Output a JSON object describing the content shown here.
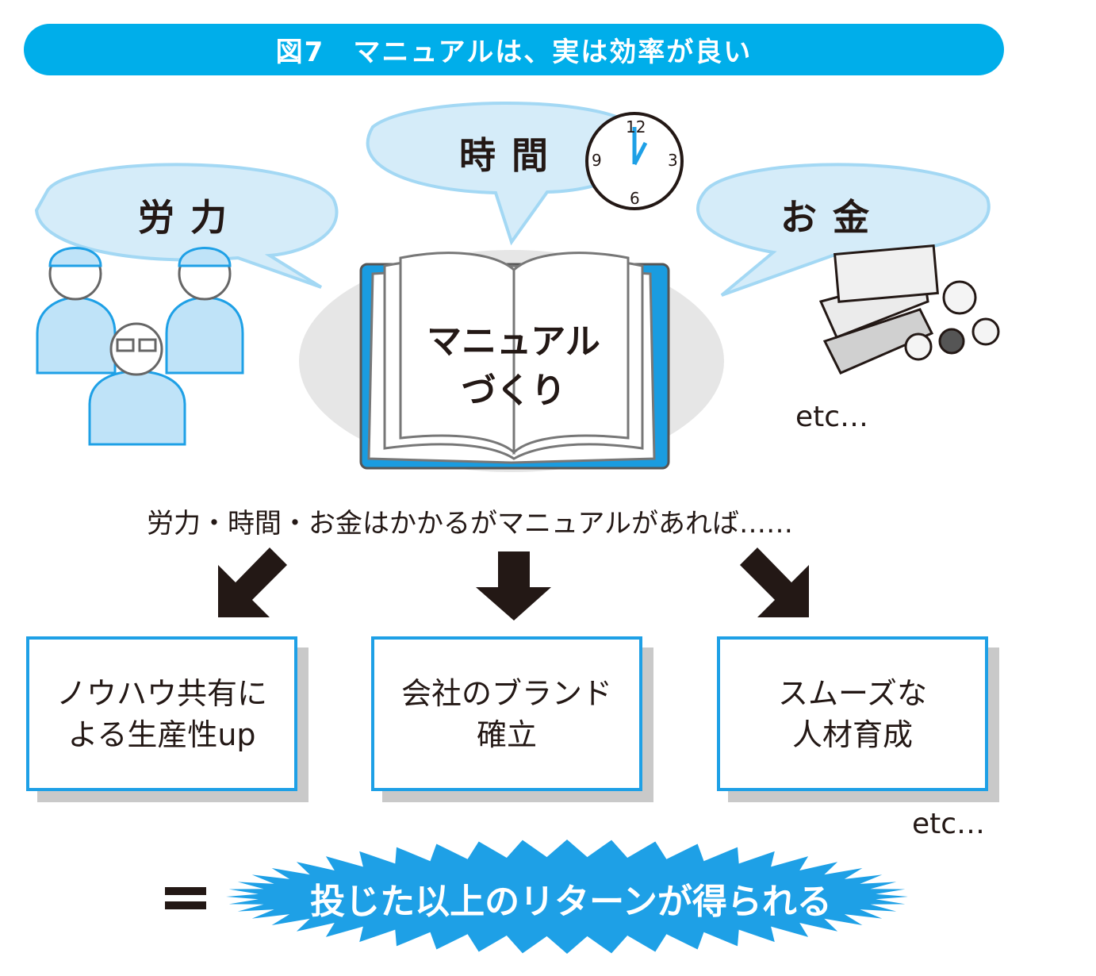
{
  "title": "図7　マニュアルは、実は効率が良い",
  "bubbles": {
    "labor": "労力",
    "time": "時間",
    "money": "お金"
  },
  "clock": {
    "n12": "12",
    "n3": "3",
    "n6": "6",
    "n9": "9"
  },
  "book": {
    "line1": "マニュアル",
    "line2": "づくり"
  },
  "etc_money": "etc…",
  "sentence": "労力・時間・お金はかかるがマニュアルがあれば……",
  "boxes": [
    {
      "line1": "ノウハウ共有に",
      "line2": "よる生産性up"
    },
    {
      "line1": "会社のブランド",
      "line2": "確立"
    },
    {
      "line1": "スムーズな",
      "line2": "人材育成"
    }
  ],
  "etc_boxes": "etc…",
  "equals": "＝",
  "result": "投じた以上のリターンが得られる",
  "colors": {
    "accent": "#00aeea",
    "bubble": "#d5ecf9",
    "bubble_stroke": "#a3d8f4",
    "box_border": "#1ea0e6"
  }
}
